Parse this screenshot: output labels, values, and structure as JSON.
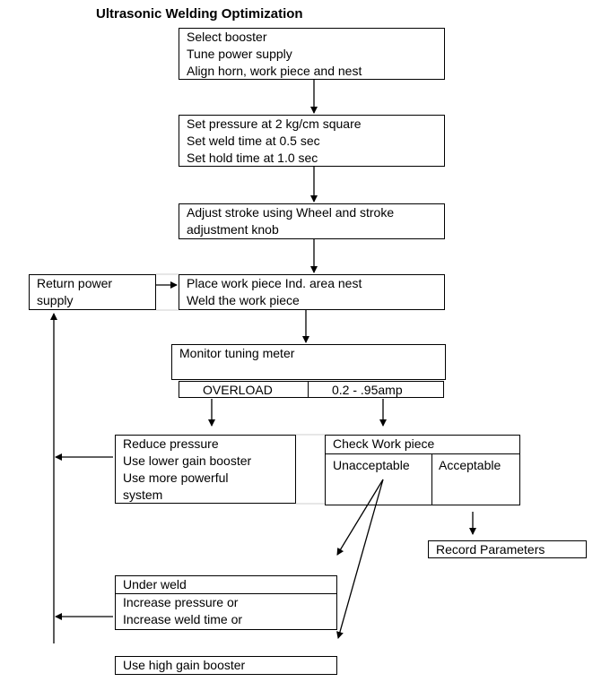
{
  "title": "Ultrasonic Welding Optimization",
  "steps": {
    "setup": [
      "Select booster",
      "Tune power supply",
      "Align horn, work piece and nest"
    ],
    "pressure": [
      "Set pressure at 2 kg/cm square",
      "Set weld time at 0.5 sec",
      "Set hold time at 1.0 sec"
    ],
    "stroke": [
      "Adjust stroke using Wheel and stroke",
      "adjustment knob"
    ],
    "place": [
      "Place work piece Ind. area nest",
      "Weld the work piece"
    ],
    "return": [
      "Return power",
      "supply"
    ],
    "monitor": "Monitor tuning meter",
    "overload": "OVERLOAD",
    "range": "0.2 - .95amp",
    "reduce": [
      "Reduce pressure",
      "Use lower gain booster",
      "Use more powerful",
      "system"
    ],
    "check": "Check Work piece",
    "unacceptable": "Unacceptable",
    "acceptable": "Acceptable",
    "record": "Record Parameters",
    "underweld": "Under weld",
    "increase": [
      "Increase pressure or",
      "Increase weld time or"
    ],
    "high_gain": "Use high gain booster"
  }
}
